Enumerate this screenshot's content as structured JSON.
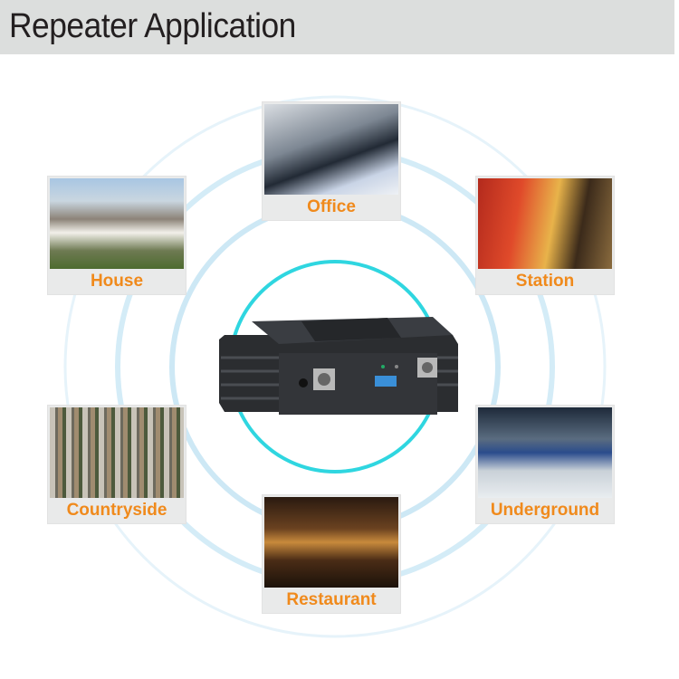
{
  "header": {
    "title": "Repeater Application"
  },
  "colors": {
    "accent_ring": "#2fd6e0",
    "outer_rings": "#cfe9f5",
    "label": "#f08a1c",
    "header_bg": "#dcdedd"
  },
  "device": {
    "name": "repeater-device"
  },
  "applications": [
    {
      "label": "Office"
    },
    {
      "label": "House"
    },
    {
      "label": "Station"
    },
    {
      "label": "Countryside"
    },
    {
      "label": "Underground"
    },
    {
      "label": "Restaurant"
    }
  ]
}
